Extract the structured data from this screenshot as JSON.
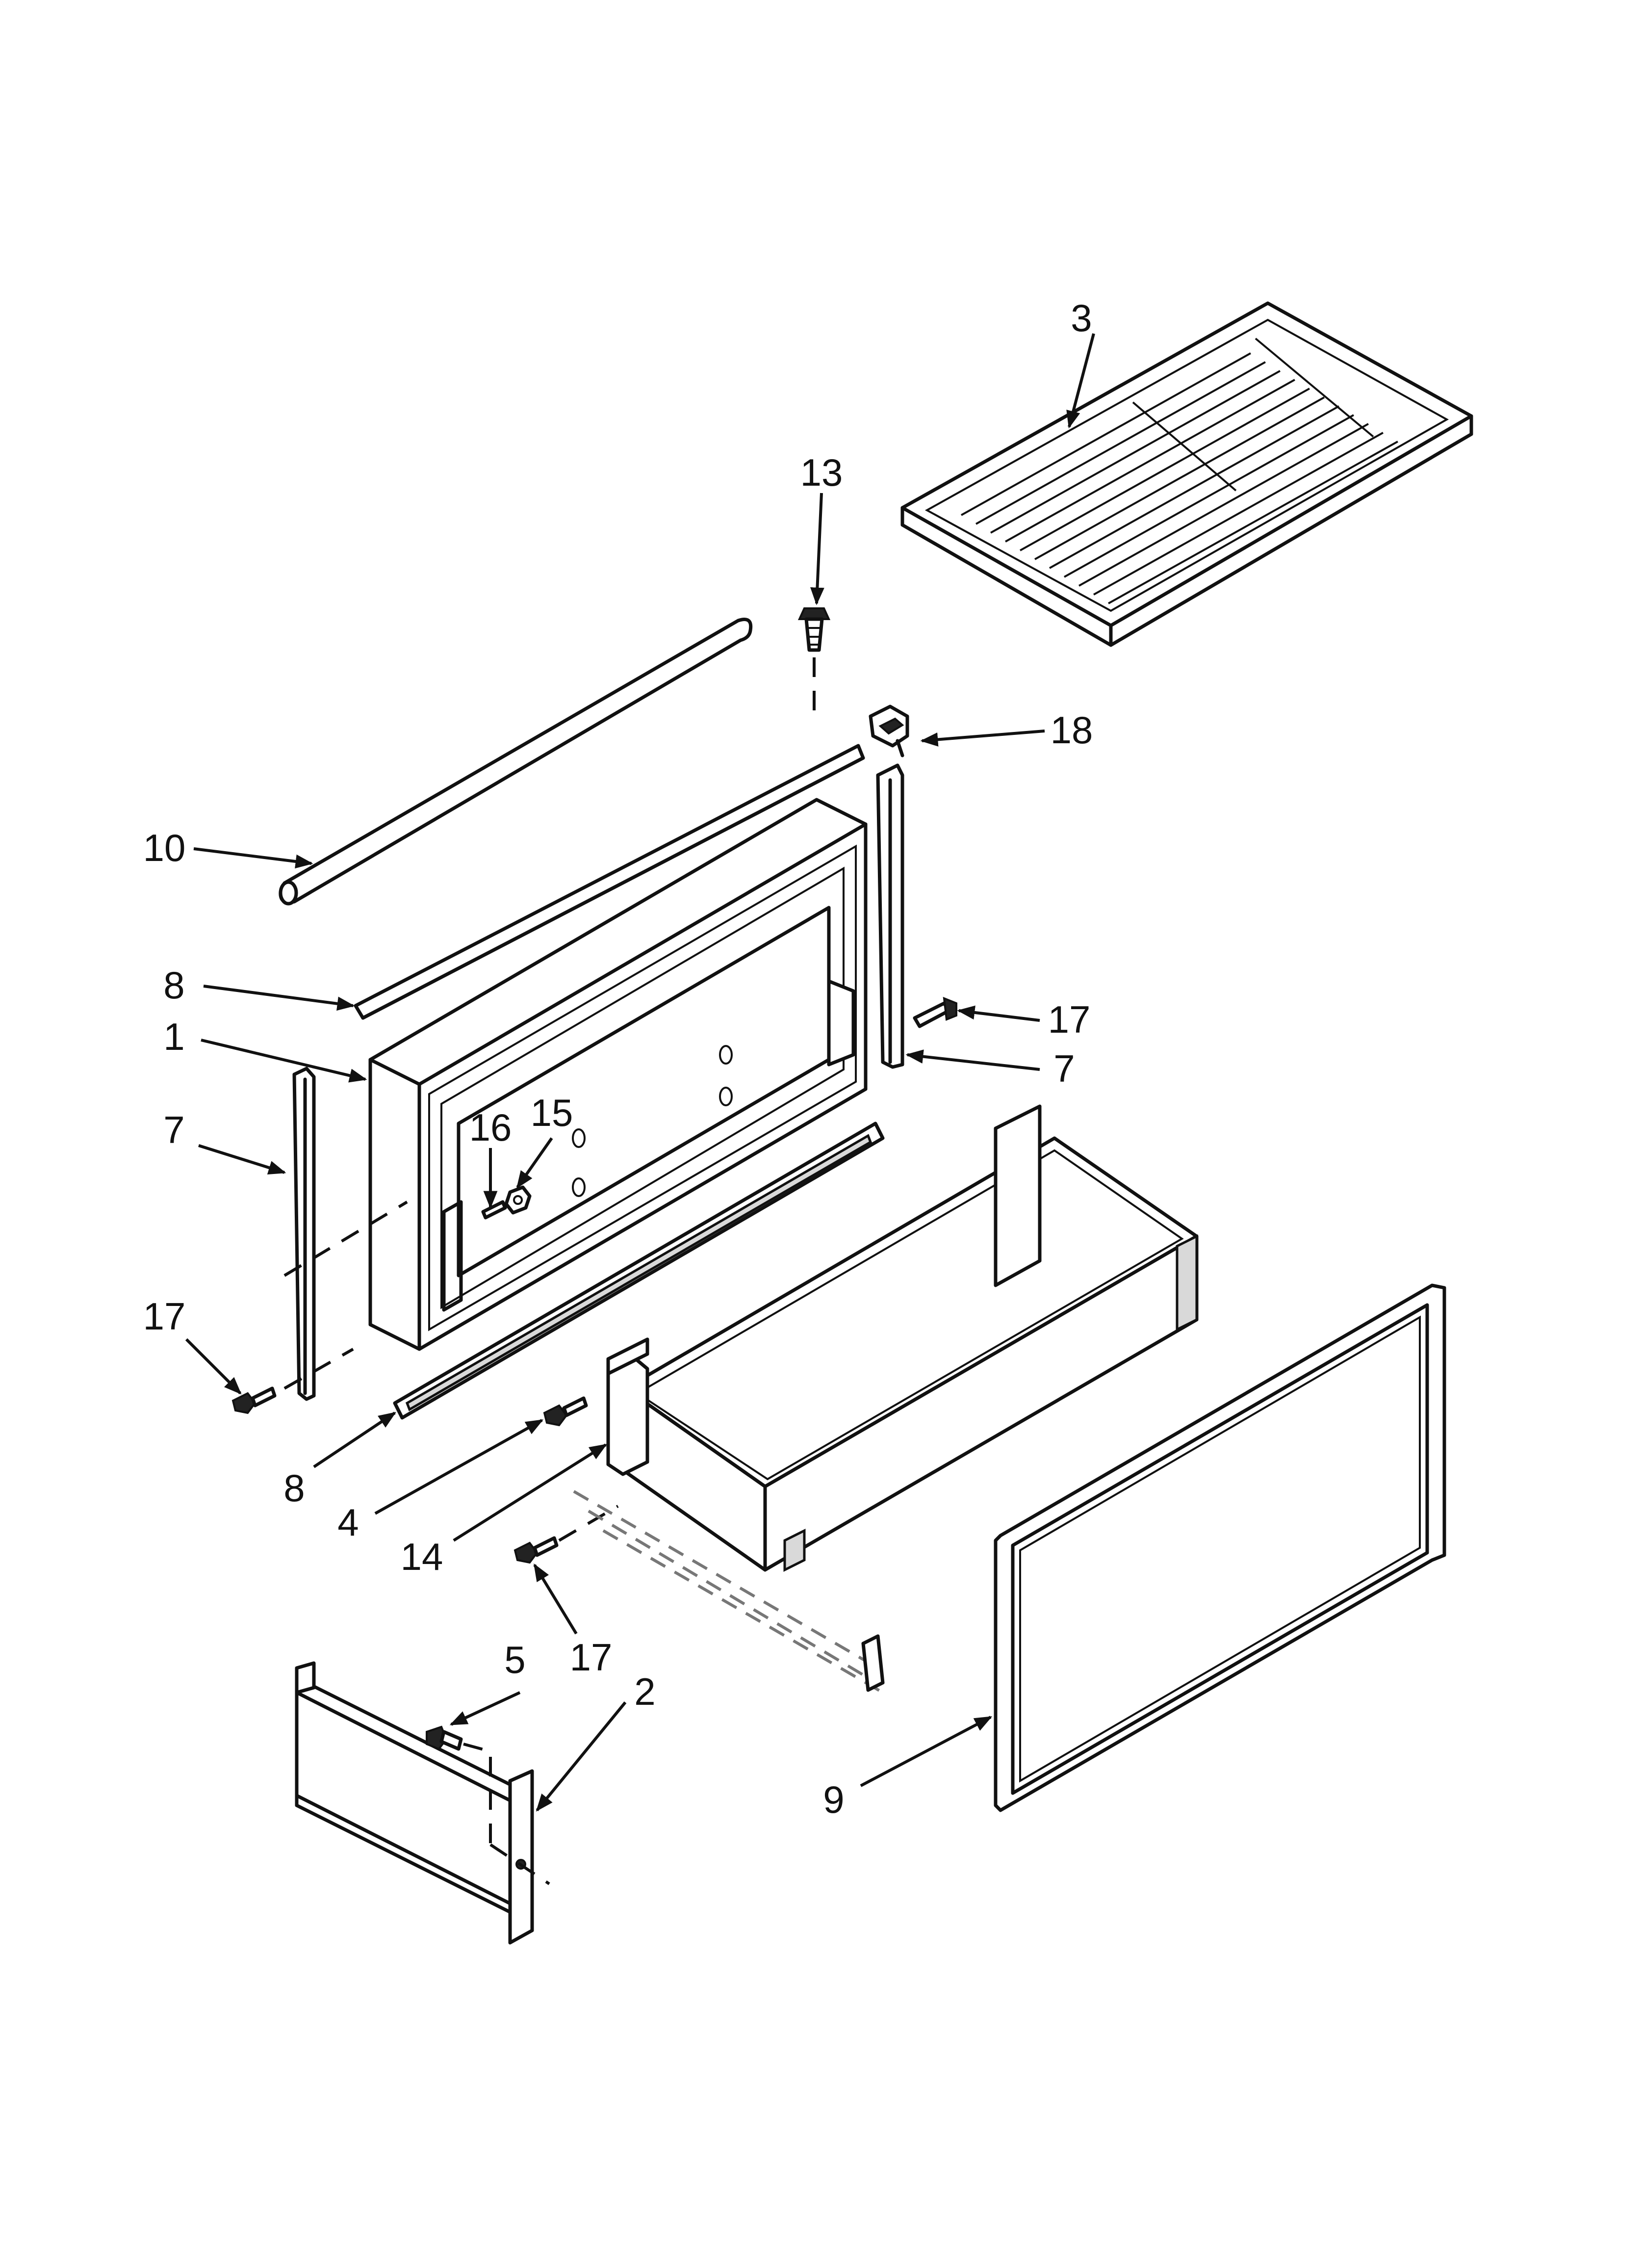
{
  "callouts": {
    "c1": "1",
    "c2": "2",
    "c3": "3",
    "c4": "4",
    "c5": "5",
    "c7a": "7",
    "c7b": "7",
    "c8a": "8",
    "c8b": "8",
    "c9": "9",
    "c10": "10",
    "c13": "13",
    "c14": "14",
    "c15": "15",
    "c16": "16",
    "c17a": "17",
    "c17b": "17",
    "c17c": "17",
    "c18": "18"
  },
  "colors": {
    "line": "#111111",
    "background": "#ffffff",
    "shade": "#d9d9d9"
  }
}
